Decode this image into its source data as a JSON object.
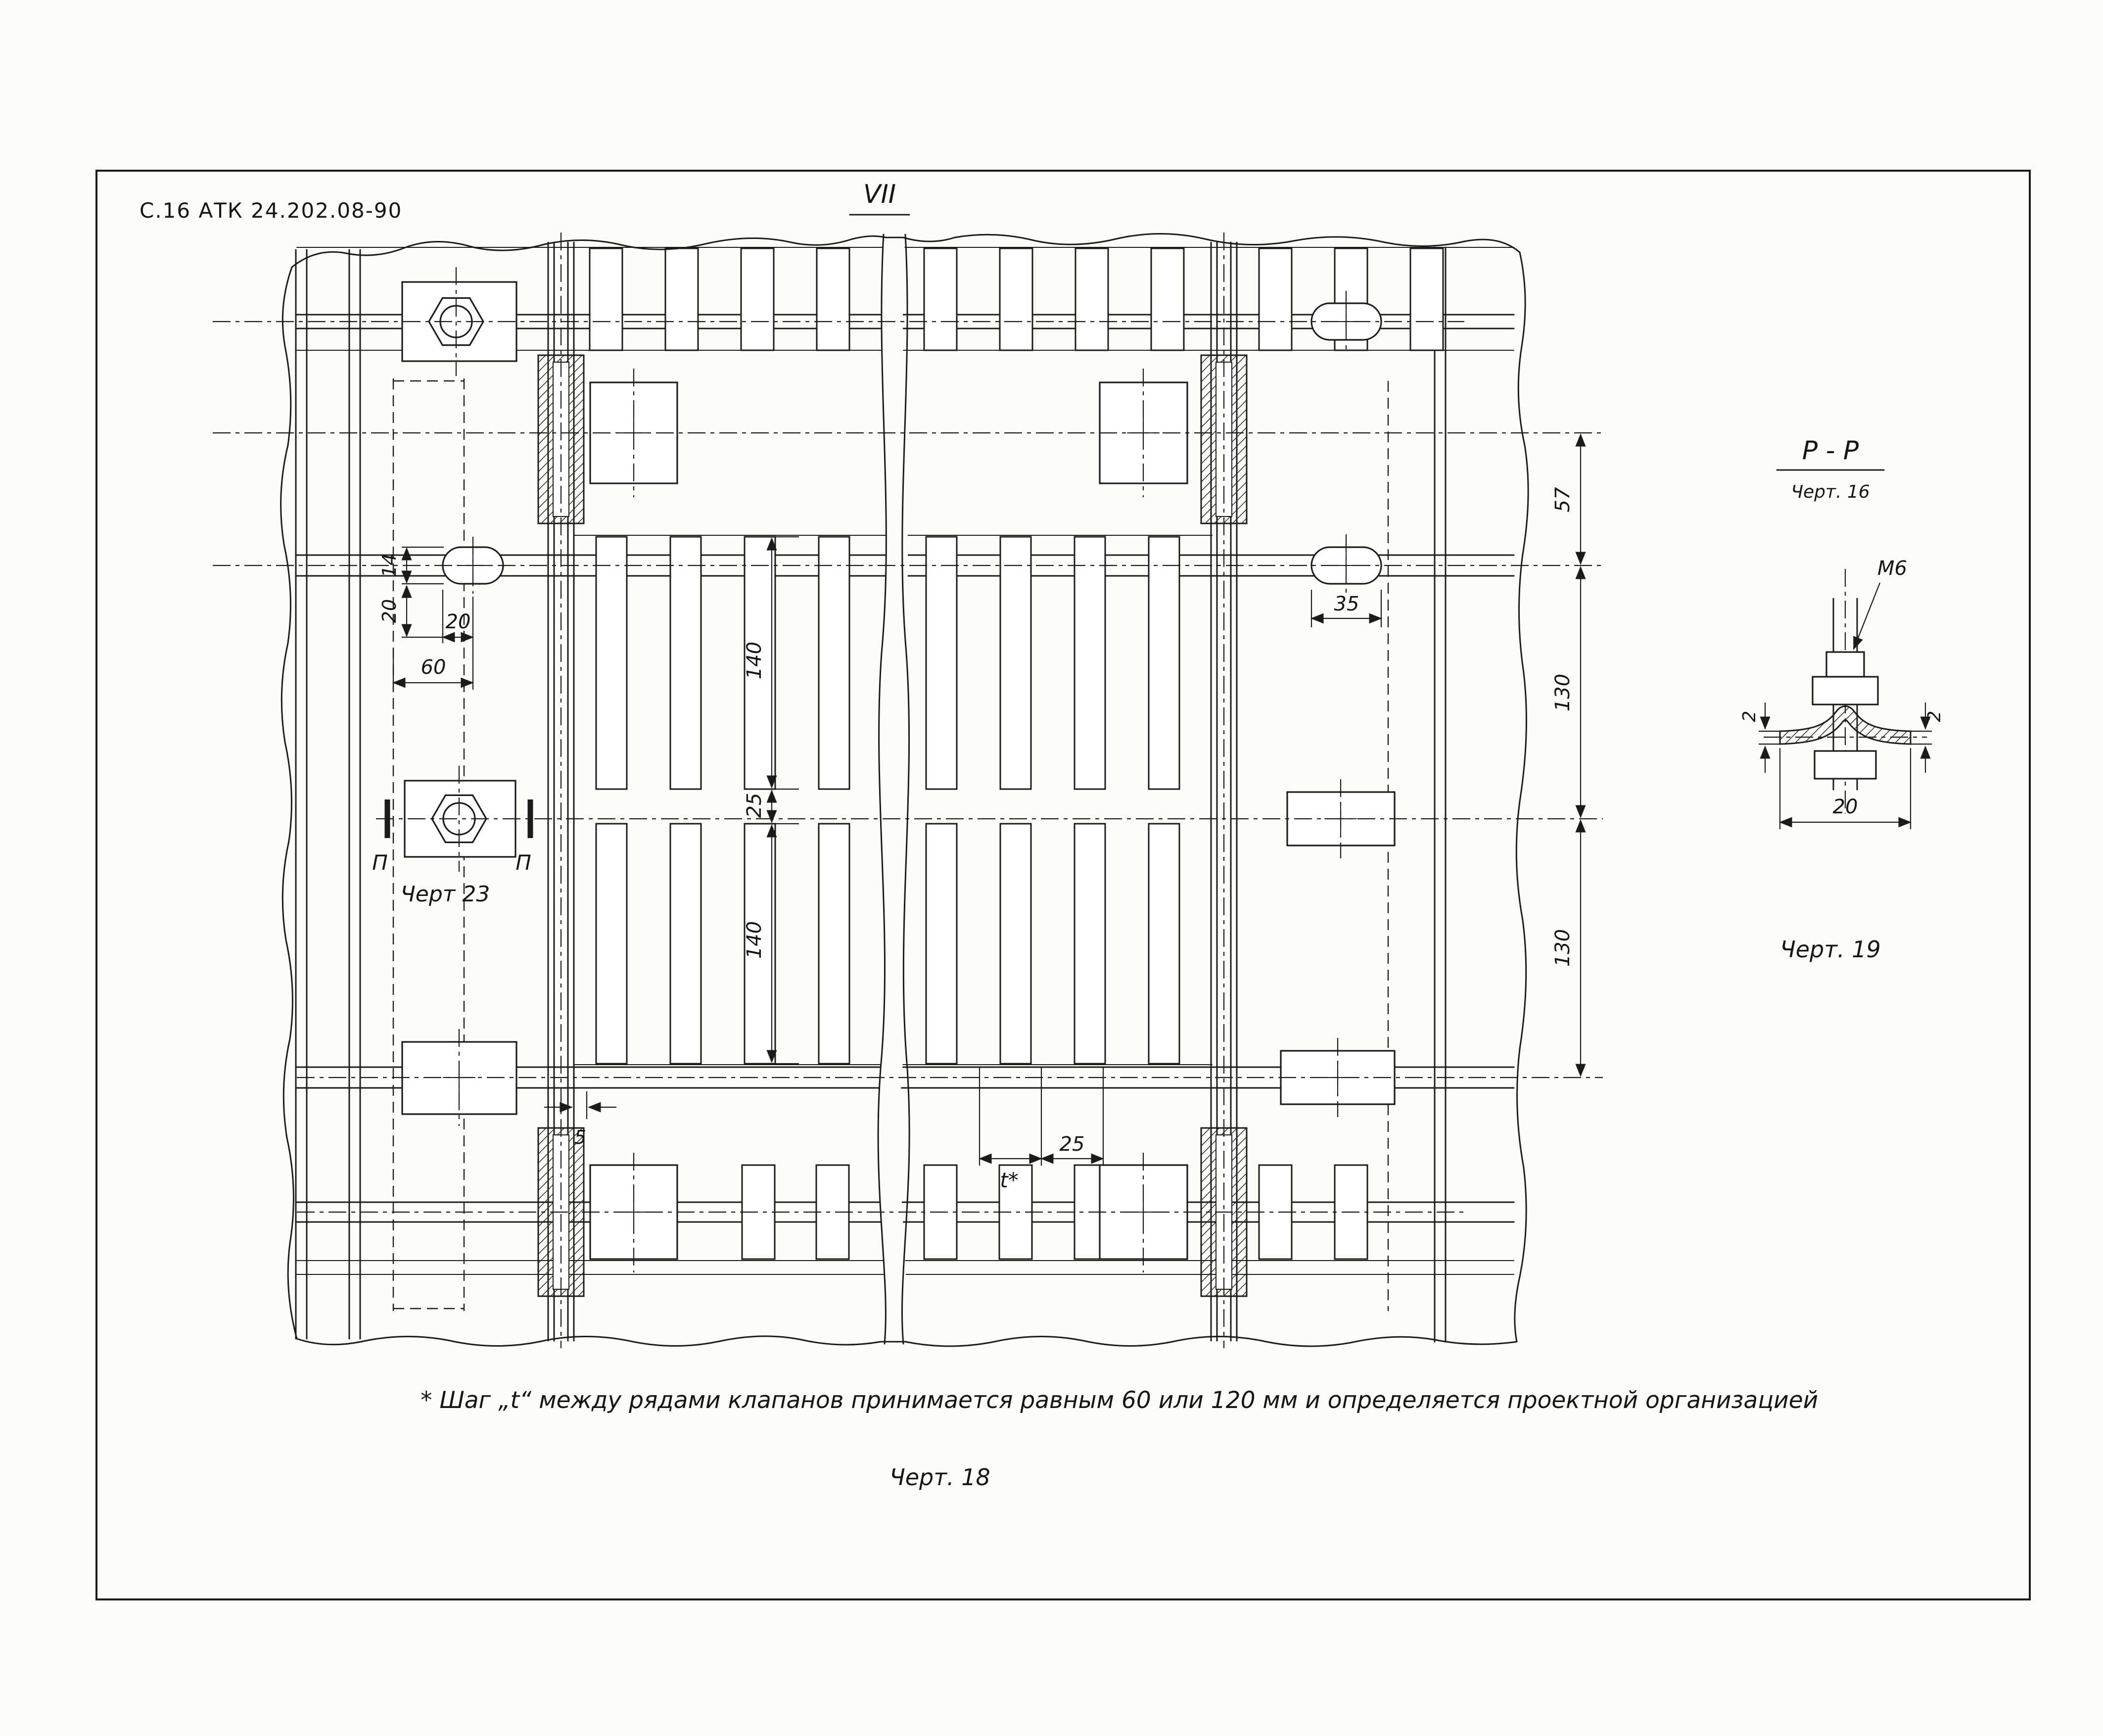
{
  "header": {
    "doc_ref": "С.16  АТК 24.202.08-90",
    "view_title": "VII"
  },
  "plan": {
    "dims": {
      "d57": "57",
      "d130_upper": "130",
      "d130_lower": "130",
      "d35": "35",
      "d14": "14",
      "d20_left": "20",
      "d20_top": "20",
      "d60": "60",
      "d140_upper": "140",
      "d25_mid": "25",
      "d140_lower": "140",
      "d5": "5",
      "t_step": "t*",
      "d25_bottom": "25"
    },
    "labels": {
      "chert_23": "Черт 23",
      "section_left": "П",
      "section_right": "П"
    }
  },
  "detail": {
    "title": "Р - Р",
    "ref": "Черт. 16",
    "caption": "Черт. 19",
    "dims": {
      "thread": "М6",
      "d20": "20",
      "d2_left": "2",
      "d2_right": "2"
    }
  },
  "footer": {
    "footnote": "* Шаг „t“ между рядами клапанов принимается равным 60 или 120 мм и определяется проектной организацией",
    "caption": "Черт. 18"
  }
}
